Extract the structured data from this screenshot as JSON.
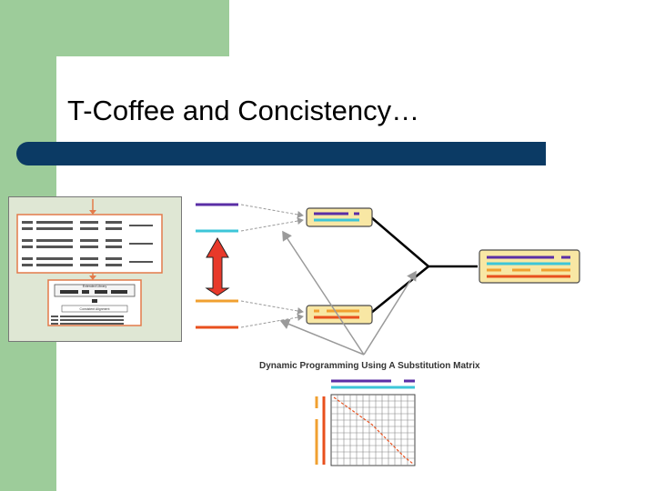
{
  "slide": {
    "title": "T-Coffee and Concistency…",
    "diagram_caption": "Dynamic Programming Using A Substitution Matrix"
  },
  "colors": {
    "background_green": "#9dcc9a",
    "title_bar": "#0b3a64",
    "purple": "#5a2ea6",
    "cyan": "#3cc6d8",
    "orange": "#f0a030",
    "red_orange": "#e8501e",
    "box_fill": "#f8e7a4",
    "box_border": "#4a4a4a",
    "arrow_gray": "#999999"
  },
  "thumbnail": {
    "caption_text": "Extended Library",
    "result_text": "Consistent Alignment"
  }
}
